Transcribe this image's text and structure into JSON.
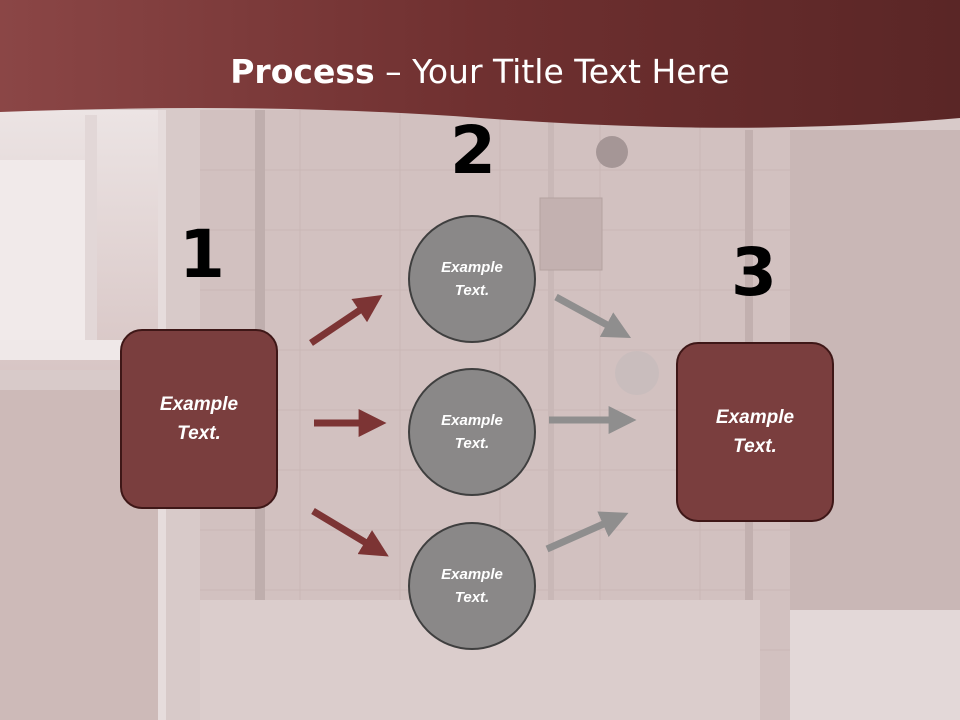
{
  "slide": {
    "title_bold": "Process",
    "title_rest": " – Your Title Text Here"
  },
  "steps": [
    {
      "number": "1",
      "text": "Example\nText."
    },
    {
      "number": "2",
      "text": ""
    },
    {
      "number": "3",
      "text": "Example\nText."
    }
  ],
  "middle_circles": [
    {
      "text": "Example\nText."
    },
    {
      "text": "Example\nText."
    },
    {
      "text": "Example\nText."
    }
  ],
  "colors": {
    "header": "#7d3b3b",
    "box_fill": "#7a3e3e",
    "circle_fill": "#8a8888",
    "arrow_red": "#7c3434",
    "arrow_gray": "#8f8e8e"
  }
}
